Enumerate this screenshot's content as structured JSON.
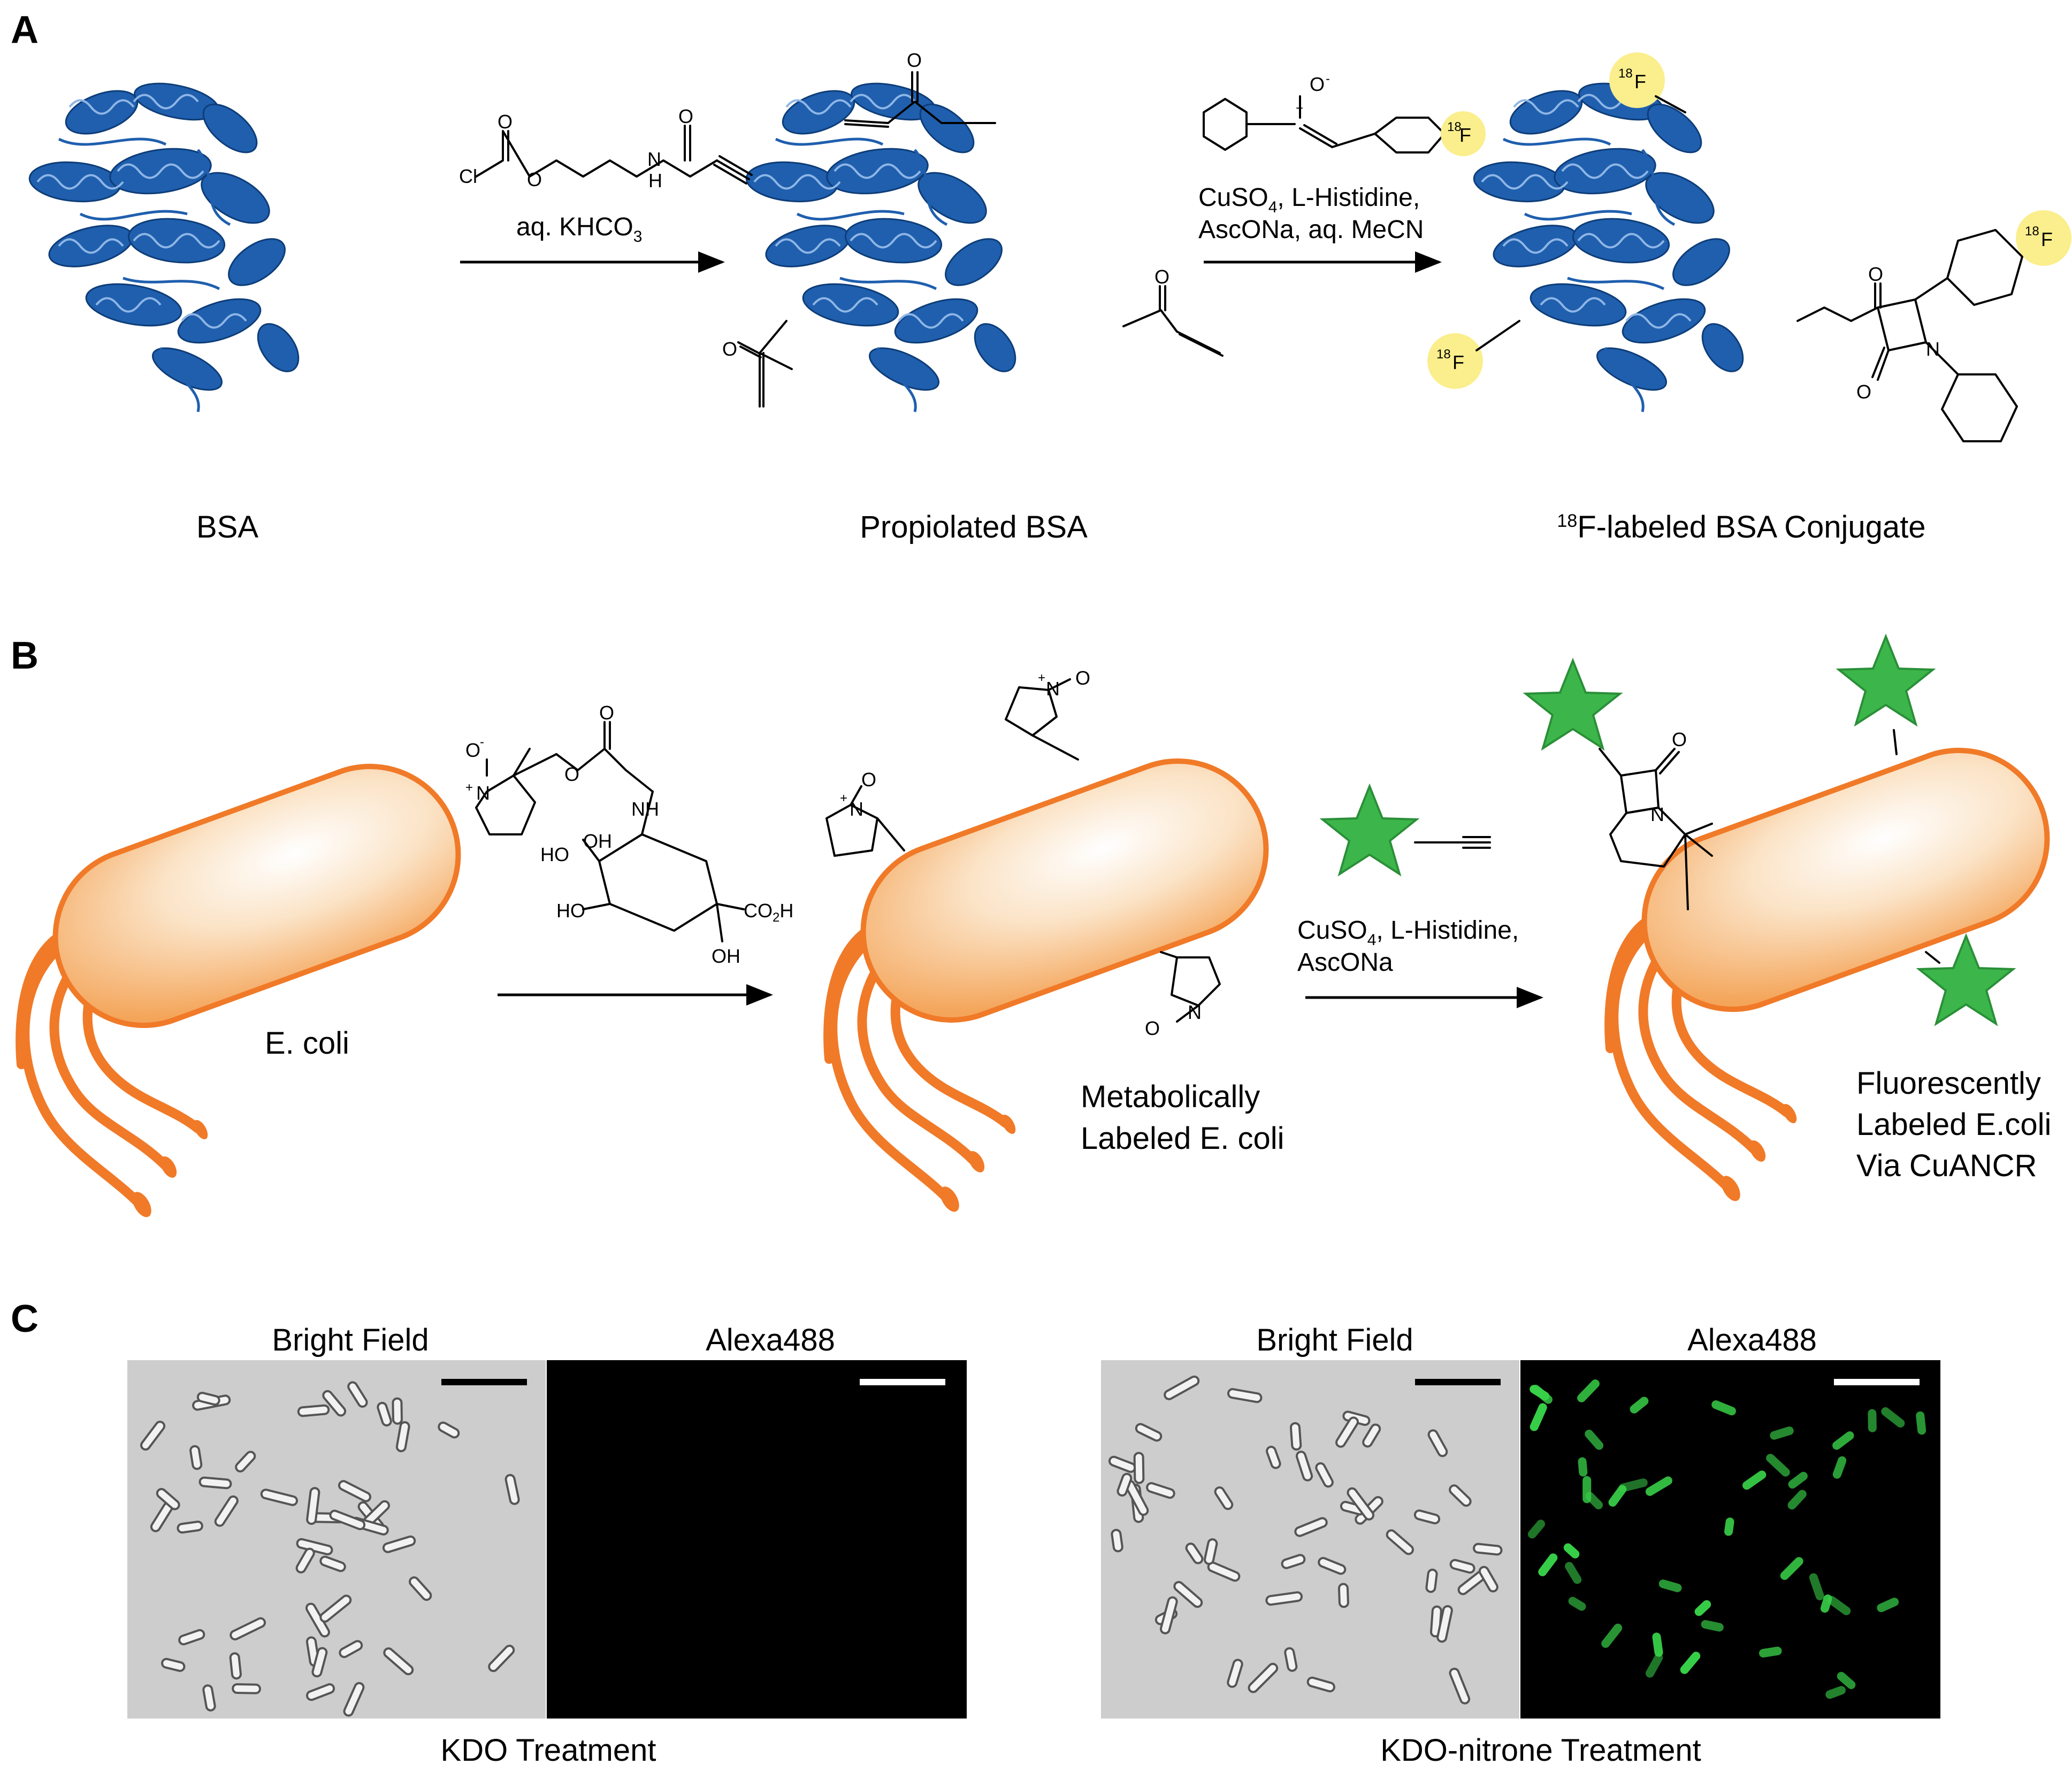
{
  "panel_a": {
    "letter": "A",
    "reagent1": {
      "chem": [
        "Cl",
        "O",
        "O",
        "N",
        "H",
        "O"
      ],
      "conditions": "aq. KHCO",
      "sub": "3"
    },
    "reagent2": {
      "chem": [
        "O",
        "-",
        "+",
        "18",
        "F"
      ],
      "conditions_line1": "CuSO",
      "conditions_line1_sub": "4",
      "conditions_line1_rest": ", L-Histidine,",
      "conditions_line2": "AscONa, aq. MeCN"
    },
    "labels": {
      "bsa": "BSA",
      "propiolated": "Propiolated BSA",
      "conjugate_sup": "18",
      "conjugate": "F-labeled BSA Conjugate"
    },
    "chem": [
      "O",
      "O",
      "O",
      "18",
      "F",
      "O",
      "O",
      "N"
    ]
  },
  "panel_b": {
    "letter": "B",
    "reagent": {
      "chem": [
        "O",
        "-",
        "+",
        "N",
        "O",
        "O",
        "NH",
        "OH",
        "HO",
        "HO",
        "CO",
        "2",
        "H",
        "OH"
      ]
    },
    "click_reagent": {
      "conditions_line1": "CuSO",
      "conditions_line1_sub": "4",
      "conditions_line1_rest": ", L-Histidine,",
      "conditions_line2": "AscONa"
    },
    "labels": {
      "ecoli": "E. coli",
      "metabolic_line1": "Metabolically",
      "metabolic_line2": "Labeled E. coli",
      "fluor_line1": "Fluorescently",
      "fluor_line2": "Labeled E.coli",
      "fluor_line3": "Via CuANCR"
    },
    "chem": [
      "+",
      "N",
      "O",
      "-",
      "O",
      "N"
    ]
  },
  "panel_c": {
    "letter": "C",
    "groups": [
      {
        "bright": "Bright Field",
        "fluor": "Alexa488",
        "treatment": "KDO Treatment"
      },
      {
        "bright": "Bright Field",
        "fluor": "Alexa488",
        "treatment": "KDO-nitrone Treatment"
      }
    ]
  },
  "colors": {
    "protein": "#1f5fae",
    "bacterium": "#f0a050",
    "flagella": "#f07a28",
    "isotope_circle": "#fbee8c",
    "fluorophore": "#3cb64a",
    "microscopy_bg": "#cfcfcf",
    "fluor_cell": "#38d048"
  }
}
